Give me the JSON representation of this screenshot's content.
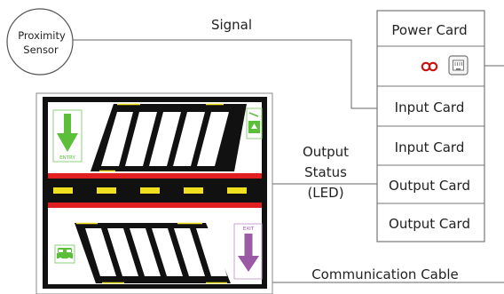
{
  "sensor": {
    "line1": "Proximity",
    "line2": "Sensor"
  },
  "labels": {
    "signal": "Signal",
    "output_status_line1": "Output",
    "output_status_line2": "Status",
    "output_status_line3": "(LED)",
    "communication_cable": "Communication Cable"
  },
  "cards": {
    "power": "Power Card",
    "input1": "Input Card",
    "input2": "Input Card",
    "output1": "Output Card",
    "output2": "Output Card"
  },
  "parking": {
    "entry_label": "ENTRY",
    "exit_label": "EXIT"
  },
  "colors": {
    "entry_arrow": "#5cbf3a",
    "exit_arrow": "#9b5aa6",
    "road_red": "#e02020",
    "lane_yellow": "#f0e020",
    "board_black": "#111111",
    "led_red": "#cc1111"
  },
  "icons": [
    "link-icon",
    "ethernet-port-icon",
    "exit-sign-icon",
    "car-icon"
  ]
}
